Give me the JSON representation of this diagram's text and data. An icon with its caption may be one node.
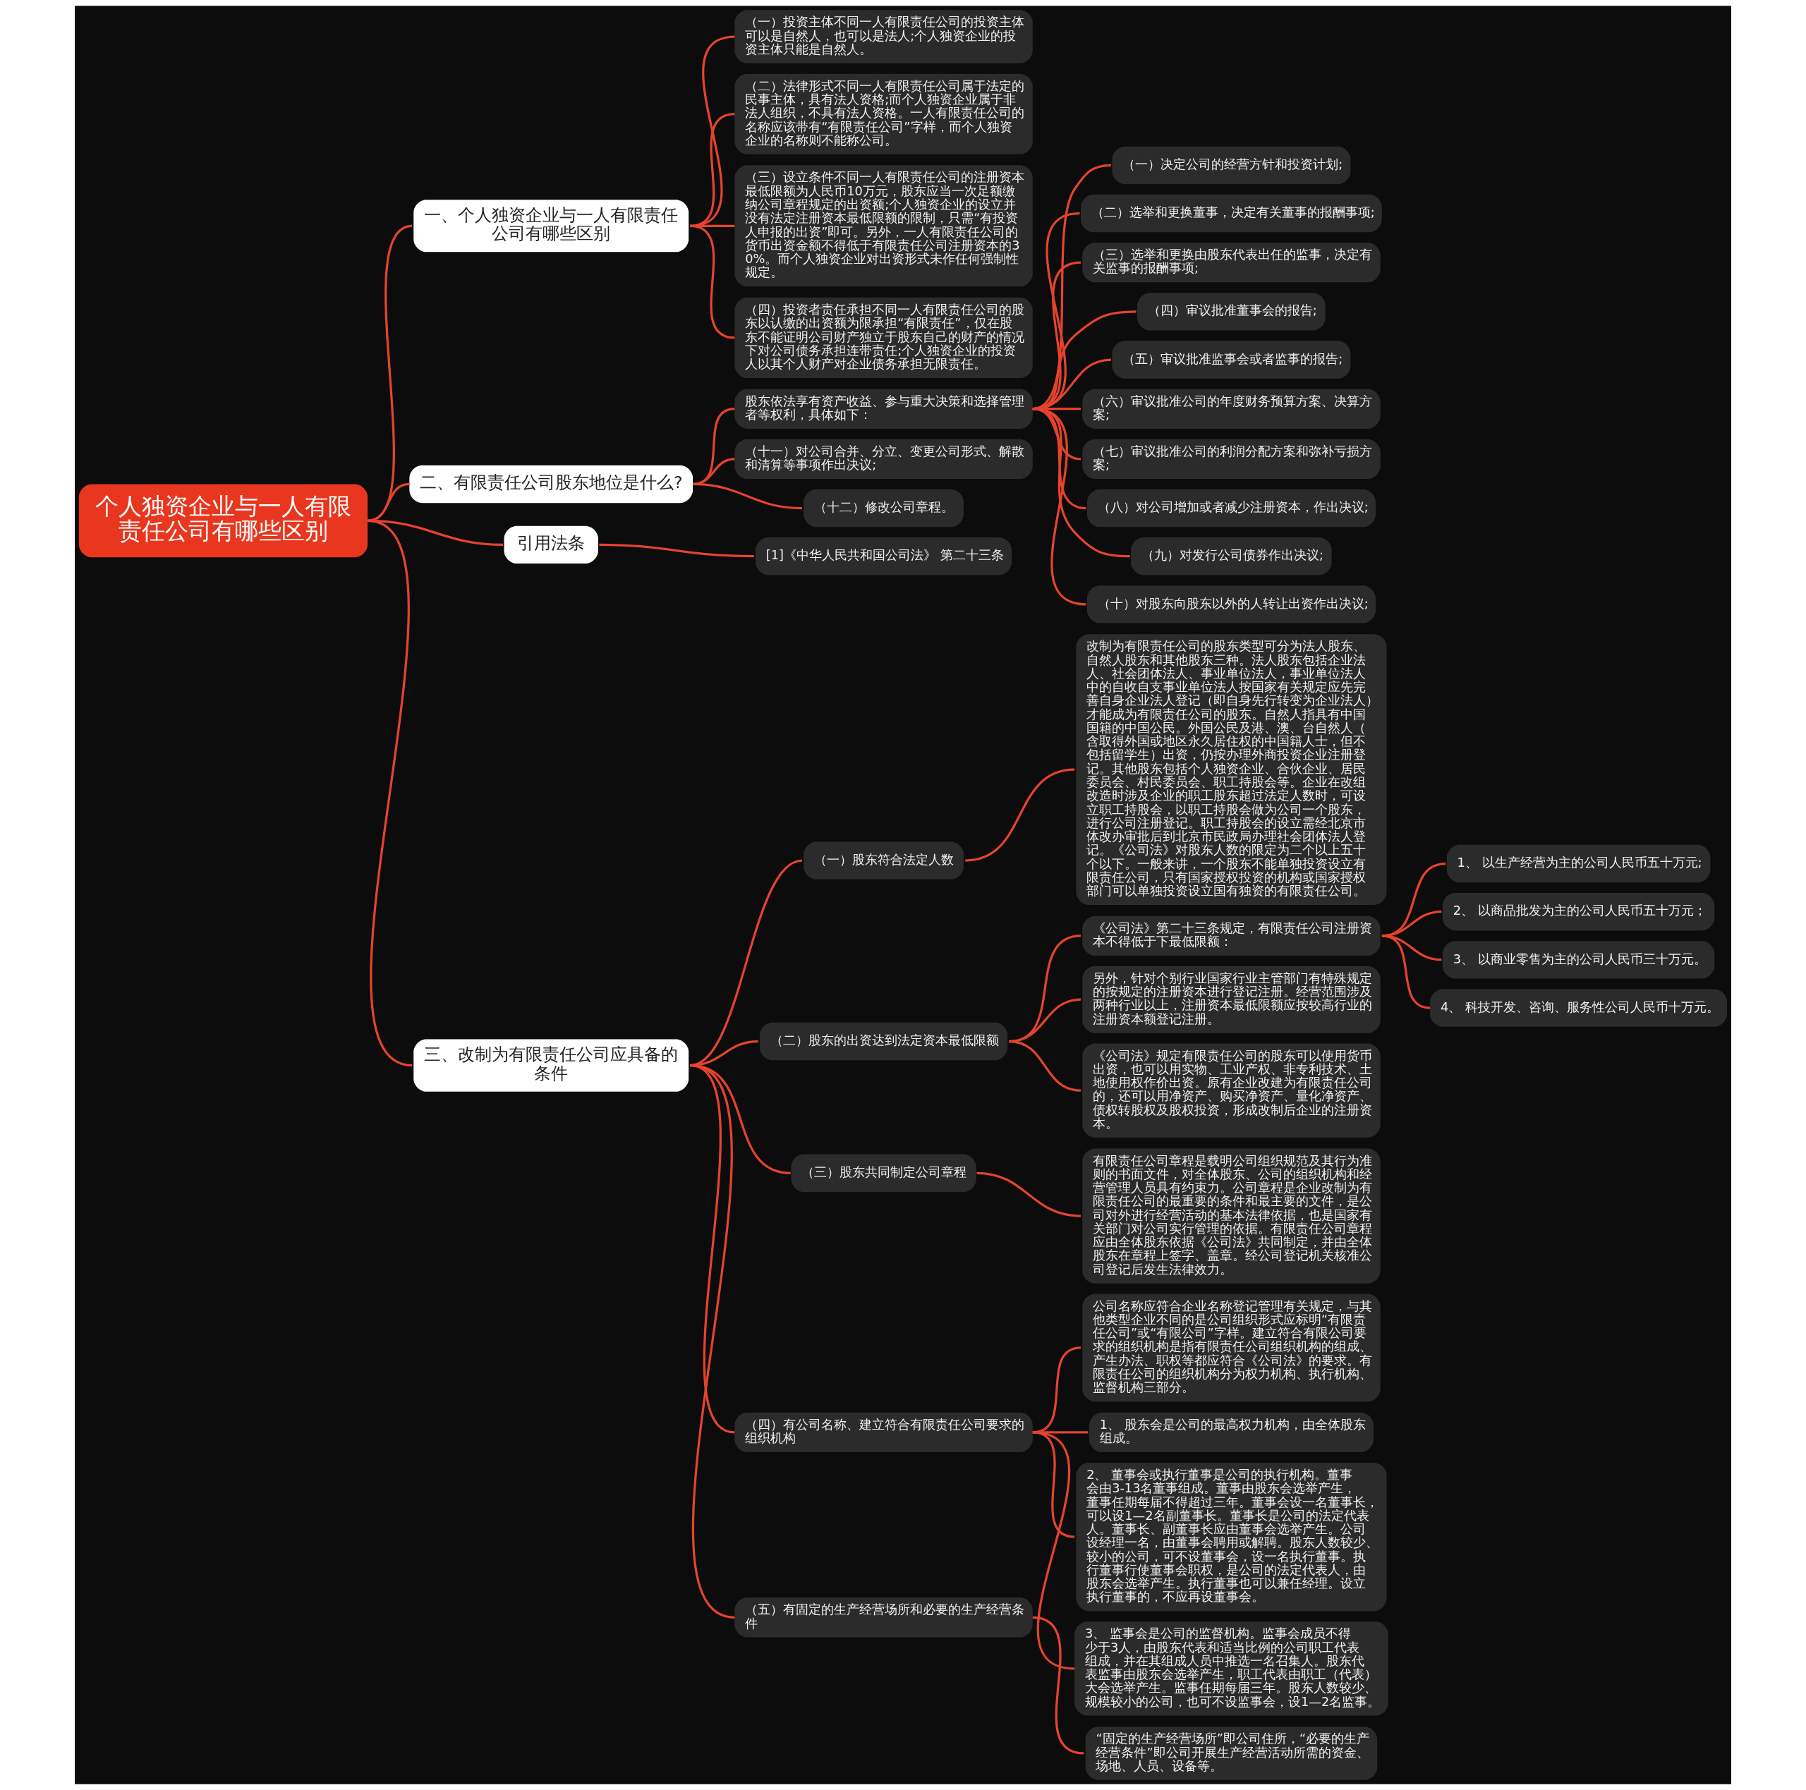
{
  "diagram": {
    "nodes": [
      {
        "text": [
          "个人独资企业与一人有限责任公司有哪些区别"
        ]
      },
      {
        "text": [
          "一、个人独资企业与一人有限责任公司有哪些区别"
        ]
      },
      {
        "text": [
          "（一）投资主体不同一人有限责任公司的投资主体可以是自然人，也可以是法人;个人独资企业的投资主体只能是自然人。"
        ]
      },
      {
        "text": [
          "（二）法律形式不同一人有限责任公司属于法定的民事主体，具有法人资格;而个人独资企业属于非法人组织，不具有法人资格。一人有限责任公司的名称应该带有“有限责任公司”字样，而个人独资企业的名称则不能称公司。"
        ]
      },
      {
        "text": [
          "（三）设立条件不同一人有限责任公司的注册资本最低限额为人民币10万元，股东应当一次足额缴纳公司章程规定的出资额;个人独资企业的设立并没有法定注册资本最低限额的限制，只需“有投资人申报的出资”即可。另外，一人有限责任公司的货币出资金额不得低于有限责任公司注册资本的30%。而个人独资企业对出资形式未作任何强制性规定。"
        ]
      },
      {
        "text": [
          "（四）投资者责任承担不同一人有限责任公司的股东以认缴的出资额为限承担“有限责任”，仅在股东不能证明公司财产独立于股东自己的财产的情况下对公司债务承担连带责任;个人独资企业的投资人以其个人财产对企业债务承担无限责任。"
        ]
      },
      {
        "text": [
          "二、有限责任公司股东地位是什么?"
        ]
      },
      {
        "text": [
          "股东依法享有资产收益、参与重大决策和选择管理者等权利，具体如下："
        ]
      },
      {
        "text": [
          "（一）决定公司的经营方针和投资计划;"
        ]
      },
      {
        "text": [
          "（二）选举和更换董事，决定有关董事的报酬事项;"
        ]
      },
      {
        "text": [
          "（三）选举和更换由股东代表出任的监事，决定有关监事的报酬事项;"
        ]
      },
      {
        "text": [
          "（四）审议批准董事会的报告;"
        ]
      },
      {
        "text": [
          "（五）审议批准监事会或者监事的报告;"
        ]
      },
      {
        "text": [
          "（六）审议批准公司的年度财务预算方案、决算方案;"
        ]
      },
      {
        "text": [
          "（七）审议批准公司的利润分配方案和弥补亏损方案;"
        ]
      },
      {
        "text": [
          "（八）对公司增加或者减少注册资本，作出决议;"
        ]
      },
      {
        "text": [
          "（九）对发行公司债券作出决议;"
        ]
      },
      {
        "text": [
          "（十）对股东向股东以外的人转让出资作出决议;"
        ]
      },
      {
        "text": [
          "（十一）对公司合并、分立、变更公司形式、解散和清算等事项作出决议;"
        ]
      },
      {
        "text": [
          "（十二）修改公司章程。"
        ]
      },
      {
        "text": [
          "引用法条"
        ]
      },
      {
        "text": [
          "[1]《中华人民共和国公司法》 第二十三条"
        ]
      },
      {
        "text": [
          "三、改制为有限责任公司应具备的条件"
        ]
      },
      {
        "text": [
          "（一）股东符合法定人数"
        ]
      },
      {
        "text": [
          "改制为有限责任公司的股东类型可分为法人股东、自然人股东和其他股东三种。法人股东包括企业法人、社会团体法人、事业单位法人，事业单位法人中的自收自支事业单位法人按国家有关规定应先完善自身企业法人登记（即自身先行转变为企业法人）才能成为有限责任公司的股东。自然人指具有中国国籍的中国公民。外国公民及港、澳、台自然人（含取得外国或地区永久居住权的中国籍人士，但不包括留学生）出资，仍按办理外商投资企业注册登记。其他股东包括个人独资企业、合伙企业、居民委员会、村民委员会、职工持股会等。企业在改组改造时涉及企业的职工股东超过法定人数时，可设立职工持股会，以职工持股会做为公司一个股东，进行公司注册登记。职工持股会的设立需经北京市体改办审批后到北京市民政局办理社会团体法人登记。《公司法》对股东人数的限定为二个以上五十个以下。一般来讲，一个股东不能单独投资设立有限责任公司，只有国家授权投资的机构或国家授权部门可以单独投资设立国有独资的有限责任公司。"
        ]
      },
      {
        "text": [
          "（二）股东的出资达到法定资本最低限额"
        ]
      },
      {
        "text": [
          "《公司法》第二十三条规定，有限责任公司注册资本不得低于下最低限额："
        ]
      },
      {
        "text": [
          "1、 以生产经营为主的公司人民币五十万元;"
        ]
      },
      {
        "text": [
          "2、 以商品批发为主的公司人民币五十万元；"
        ]
      },
      {
        "text": [
          "3、 以商业零售为主的公司人民币三十万元。"
        ]
      },
      {
        "text": [
          "4、 科技开发、咨询、服务性公司人民币十万元。"
        ]
      },
      {
        "text": [
          "另外，针对个别行业国家行业主管部门有特殊规定的按规定的注册资本进行登记注册。经营范围涉及两种行业以上，注册资本最低限额应按较高行业的注册资本额登记注册。"
        ]
      },
      {
        "text": [
          "《公司法》规定有限责任公司的股东可以使用货币出资，也可以用实物、工业产权、非专利技术、土地使用权作价出资。原有企业改建为有限责任公司的，还可以用净资产、购买净资产、量化净资产、债权转股权及股权投资，形成改制后企业的注册资本。"
        ]
      },
      {
        "text": [
          "（三）股东共同制定公司章程"
        ]
      },
      {
        "text": [
          "有限责任公司章程是载明公司组织规范及其行为准则的书面文件，对全体股东、公司的组织机构和经营管理人员具有约束力。公司章程是企业改制为有限责任公司的最重要的条件和最主要的文件，是公司对外进行经营活动的基本法律依据，也是国家有关部门对公司实行管理的依据。有限责任公司章程应由全体股东依据《公司法》共同制定，并由全体股东在章程上签字、盖章。经公司登记机关核准公司登记后发生法律效力。"
        ]
      },
      {
        "text": [
          "（四）有公司名称、建立符合有限责任公司要求的组织机构"
        ]
      },
      {
        "text": [
          "公司名称应符合企业名称登记管理有关规定，与其他类型企业不同的是公司组织形式应标明“有限责任公司”或“有限公司”字样。建立符合有限公司要求的组织机构是指有限责任公司组织机构的组成、产生办法、职权等都应符合《公司法》的要求。有限责任公司的组织机构分为权力机构、执行机构、监督机构三部分。"
        ]
      },
      {
        "text": [
          "1、 股东会是公司的最高权力机构，由全体股东组成。"
        ]
      },
      {
        "text": [
          "2、 董事会或执行董事是公司的执行机构。董事会由3-13名董事组成。董事由股东会选举产生，董事任期每届不得超过三年。董事会设一名董事长，可以设1—2名副董事长。董事长是公司的法定代表人。董事长、副董事长应由董事会选举产生。公司设经理一名，由董事会聘用或解聘。股东人数较少、较小的公司，可不设董事会，设一名执行董事。执行董事行使董事会职权，是公司的法定代表人，由股东会选举产生。执行董事也可以兼任经理。设立执行董事的，不应再设董事会。"
        ]
      },
      {
        "text": [
          "3、 监事会是公司的监督机构。监事会成员不得少于3人，由股东代表和适当比例的公司职工代表组成，并在其组成人员中推选一名召集人。股东代表监事由股东会选举产生，职工代表由职工（代表）大会选举产生。监事任期每届三年。股东人数较少、规模较小的公司，也可不设监事会，设1—2名监事。"
        ]
      },
      {
        "text": [
          "（五）有固定的生产经营场所和必要的生产经营条件"
        ]
      },
      {
        "text": [
          "“固定的生产经营场所”即公司住所，“必要的生产经营条件”即公司开展生产经营活动所需的资金、场地、人员、设备等。"
        ]
      }
    ],
    "edges": [
      {
        "from": 0,
        "to": 1,
        "arrow": "none"
      },
      {
        "from": 1,
        "to": 2,
        "arrow": "none"
      },
      {
        "from": 1,
        "to": 3,
        "arrow": "none"
      },
      {
        "from": 1,
        "to": 4,
        "arrow": "none"
      },
      {
        "from": 1,
        "to": 5,
        "arrow": "none"
      },
      {
        "from": 0,
        "to": 6,
        "arrow": "none"
      },
      {
        "from": 6,
        "to": 7,
        "arrow": "none"
      },
      {
        "from": 7,
        "to": 8,
        "arrow": "none"
      },
      {
        "from": 7,
        "to": 9,
        "arrow": "none"
      },
      {
        "from": 7,
        "to": 10,
        "arrow": "none"
      },
      {
        "from": 7,
        "to": 11,
        "arrow": "none"
      },
      {
        "from": 7,
        "to": 12,
        "arrow": "none"
      },
      {
        "from": 7,
        "to": 13,
        "arrow": "none"
      },
      {
        "from": 7,
        "to": 14,
        "arrow": "none"
      },
      {
        "from": 7,
        "to": 15,
        "arrow": "none"
      },
      {
        "from": 7,
        "to": 16,
        "arrow": "none"
      },
      {
        "from": 7,
        "to": 17,
        "arrow": "none"
      },
      {
        "from": 6,
        "to": 18,
        "arrow": "none"
      },
      {
        "from": 6,
        "to": 19,
        "arrow": "none"
      },
      {
        "from": 0,
        "to": 20,
        "arrow": "none"
      },
      {
        "from": 20,
        "to": 21,
        "arrow": "none"
      },
      {
        "from": 0,
        "to": 22,
        "arrow": "none"
      },
      {
        "from": 22,
        "to": 23,
        "arrow": "none"
      },
      {
        "from": 23,
        "to": 24,
        "arrow": "none"
      },
      {
        "from": 22,
        "to": 25,
        "arrow": "none"
      },
      {
        "from": 25,
        "to": 26,
        "arrow": "none"
      },
      {
        "from": 26,
        "to": 27,
        "arrow": "none"
      },
      {
        "from": 26,
        "to": 28,
        "arrow": "none"
      },
      {
        "from": 26,
        "to": 29,
        "arrow": "none"
      },
      {
        "from": 26,
        "to": 30,
        "arrow": "none"
      },
      {
        "from": 25,
        "to": 31,
        "arrow": "none"
      },
      {
        "from": 25,
        "to": 32,
        "arrow": "none"
      },
      {
        "from": 22,
        "to": 33,
        "arrow": "none"
      },
      {
        "from": 33,
        "to": 34,
        "arrow": "none"
      },
      {
        "from": 22,
        "to": 35,
        "arrow": "none"
      },
      {
        "from": 35,
        "to": 36,
        "arrow": "none"
      },
      {
        "from": 35,
        "to": 37,
        "arrow": "none"
      },
      {
        "from": 35,
        "to": 38,
        "arrow": "none"
      },
      {
        "from": 35,
        "to": 39,
        "arrow": "none"
      },
      {
        "from": 22,
        "to": 40,
        "arrow": "none"
      },
      {
        "from": 40,
        "to": 41,
        "arrow": "none"
      }
    ]
  }
}
